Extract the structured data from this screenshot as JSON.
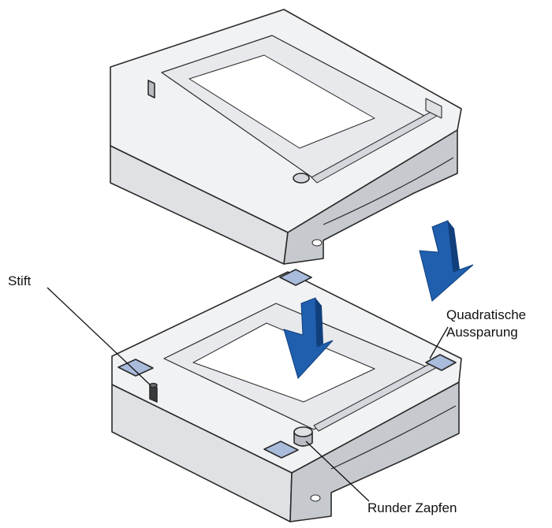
{
  "labels": {
    "stift": "Stift",
    "square_line1": "Quadratische",
    "square_line2": "Aussparung",
    "round_peg": "Runder Zapfen"
  },
  "colors": {
    "tray_light": "#f1f2f4",
    "tray_mid": "#dfe1e5",
    "tray_dark": "#c6c9ce",
    "tray_inner": "#e8e9ec",
    "stroke": "#2a2a2a",
    "arrow_blue": "#1f5fae",
    "arrow_dark": "#113f7c",
    "recess_blue": "#a9bcdc"
  }
}
